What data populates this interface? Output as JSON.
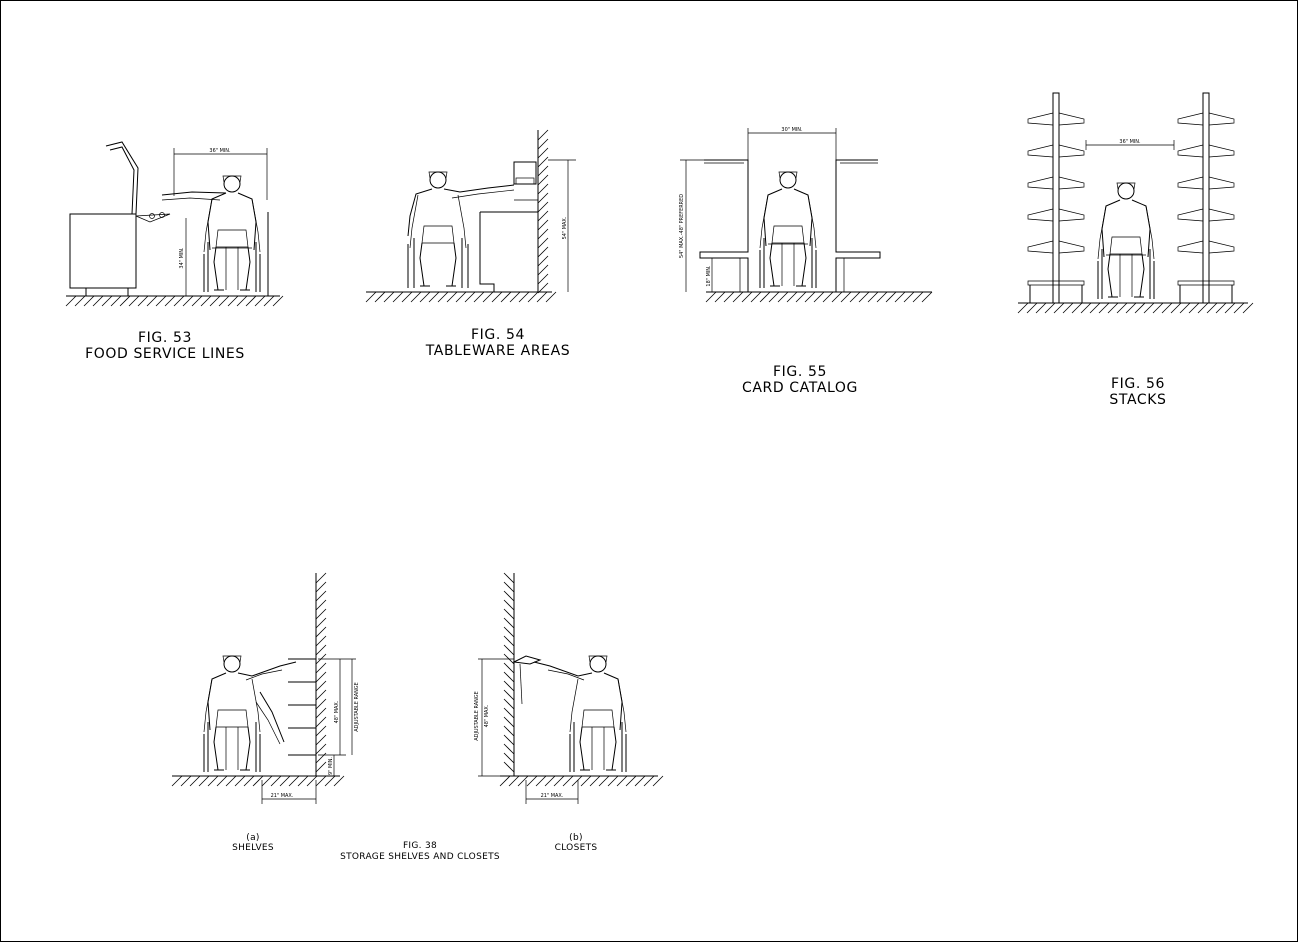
{
  "sheet": {
    "fig53": {
      "number": "FIG. 53",
      "title": "FOOD SERVICE LINES",
      "dims": [
        "36\" MIN.",
        "34\" MIN."
      ]
    },
    "fig54": {
      "number": "FIG. 54",
      "title": "TABLEWARE AREAS",
      "dims": [
        "54\" MAX."
      ]
    },
    "fig55": {
      "number": "FIG. 55",
      "title": "CARD CATALOG",
      "dims": [
        "30\" MIN.",
        "54\" MAX.-48\" PREFERRED",
        "18\" MIN."
      ]
    },
    "fig56": {
      "number": "FIG. 56",
      "title": "STACKS",
      "dims": [
        "36\" MIN."
      ]
    },
    "fig38": {
      "number": "FIG. 38",
      "title": "STORAGE SHELVES AND CLOSETS",
      "a_label": "(a)",
      "a_title": "SHELVES",
      "b_label": "(b)",
      "b_title": "CLOSETS",
      "a_dims": [
        "48\" MAX.",
        "ADJUSTABLE RANGE",
        "9\" MIN.",
        "21\" MAX."
      ],
      "b_dims": [
        "ADJUSTABLE RANGE",
        "48\" MAX.",
        "21\" MAX."
      ]
    }
  }
}
